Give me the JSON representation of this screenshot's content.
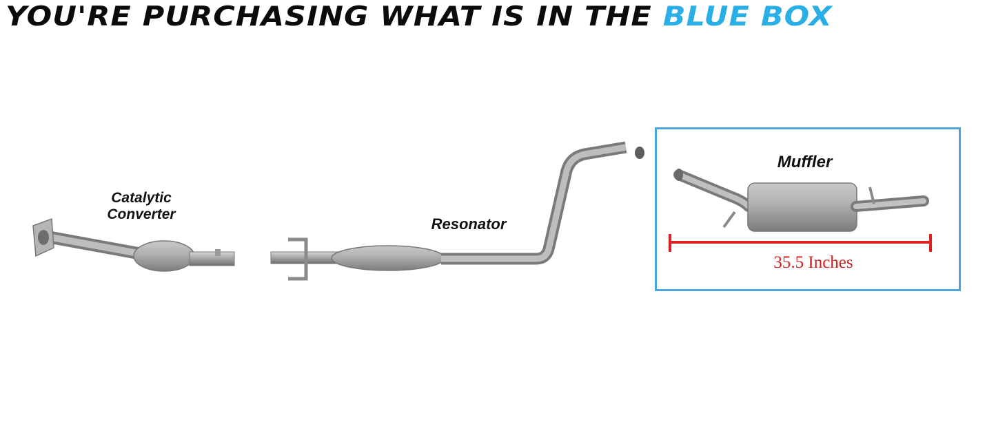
{
  "headline": {
    "main_text": "YOU'RE PURCHASING WHAT IS IN THE ",
    "highlight_text": "BLUE BOX"
  },
  "labels": {
    "catalytic_line1": "Catalytic",
    "catalytic_line2": "Converter",
    "resonator": "Resonator",
    "muffler": "Muffler"
  },
  "dimension": {
    "text": "35.5 Inches"
  },
  "colors": {
    "highlight": "#29aee6",
    "box_border": "#4aa7dc",
    "dimension": "#d11a1a",
    "pipe": "#9c9c9c"
  }
}
